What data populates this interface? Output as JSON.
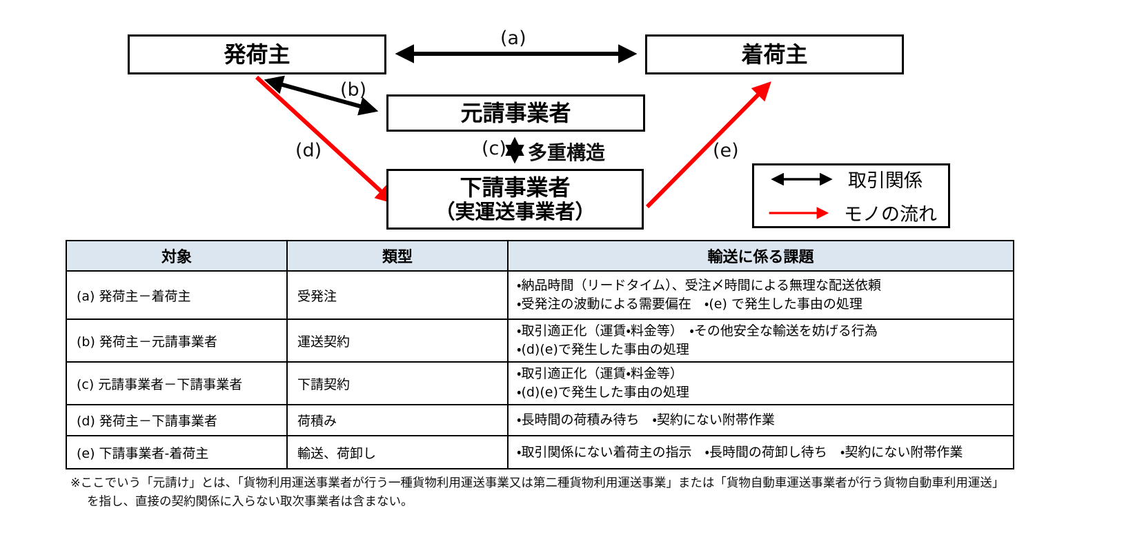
{
  "diagram": {
    "boxes": {
      "shipper": "発荷主",
      "consignee": "着荷主",
      "prime": "元請事業者",
      "sub_line1": "下請事業者",
      "sub_line2": "（実運送事業者）"
    },
    "labels": {
      "a": "(a)",
      "b": "(b)",
      "c": "(c)",
      "d": "(d)",
      "e": "(e)",
      "multi_layer": "多重構造"
    },
    "legend": {
      "black_arrow_label": "取引関係",
      "red_arrow_label": "モノの流れ"
    },
    "colors": {
      "arrow_black": "#000000",
      "arrow_red": "#ff0000"
    }
  },
  "table": {
    "header_bg": "#dce6f1",
    "headers": [
      "対象",
      "類型",
      "輸送に係る課題"
    ],
    "rows": [
      {
        "target": "(a) 発荷主－着荷主",
        "type": "受発注",
        "issues": [
          "・納品時間（リードタイム）、受注〆時間による無理な配送依頼",
          "・受発注の波動による需要偏在　・(e) で発生した事由の処理"
        ]
      },
      {
        "target": "(b) 発荷主－元請事業者",
        "type": "運送契約",
        "issues": [
          "・取引適正化（運賃・料金等）　・その他安全な輸送を妨げる行為",
          "・(d)(e)で発生した事由の処理"
        ]
      },
      {
        "target": "(c) 元請事業者－下請事業者",
        "type": "下請契約",
        "issues": [
          "・取引適正化（運賃・料金等）",
          "・(d)(e)で発生した事由の処理"
        ]
      },
      {
        "target": "(d) 発荷主－下請事業者",
        "type": "荷積み",
        "issues": [
          "・長時間の荷積み待ち　・契約にない附帯作業"
        ]
      },
      {
        "target": "(e) 下請事業者-着荷主",
        "type": "輸送、荷卸し",
        "issues": [
          "・取引関係にない着荷主の指示　・長時間の荷卸し待ち　・契約にない附帯作業"
        ]
      }
    ]
  },
  "footnote": "※ここでいう「元請け」とは、「貨物利用運送事業者が行う一種貨物利用運送事業又は第二種貨物利用運送事業」または「貨物自動車運送事業者が行う貨物自動車利用運送」を指し、直接の契約関係に入らない取次事業者は含まない。"
}
